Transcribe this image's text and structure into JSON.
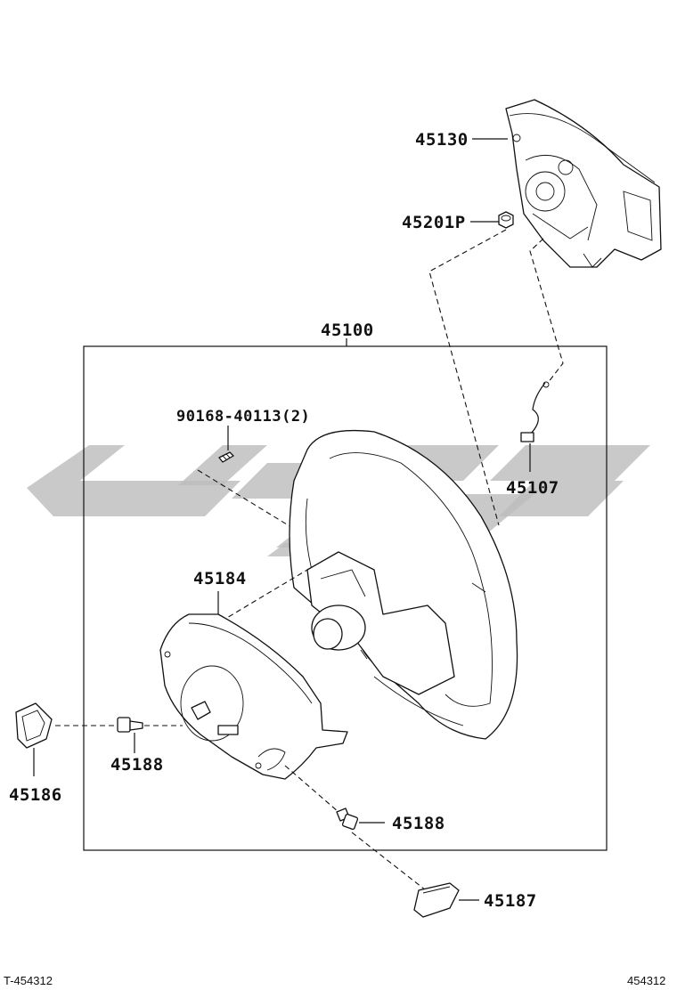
{
  "parts": {
    "p45130": "45130",
    "p45201p": "45201P",
    "p45100": "45100",
    "p90168": "90168-40113(2)",
    "p45107": "45107",
    "p45184": "45184",
    "p45188_left": "45188",
    "p45186": "45186",
    "p45188_right": "45188",
    "p45187": "45187"
  },
  "footer": {
    "left_code": "T-454312",
    "right_code": "454312"
  },
  "colors": {
    "line": "#111111",
    "watermark": "#bdbdbd"
  }
}
